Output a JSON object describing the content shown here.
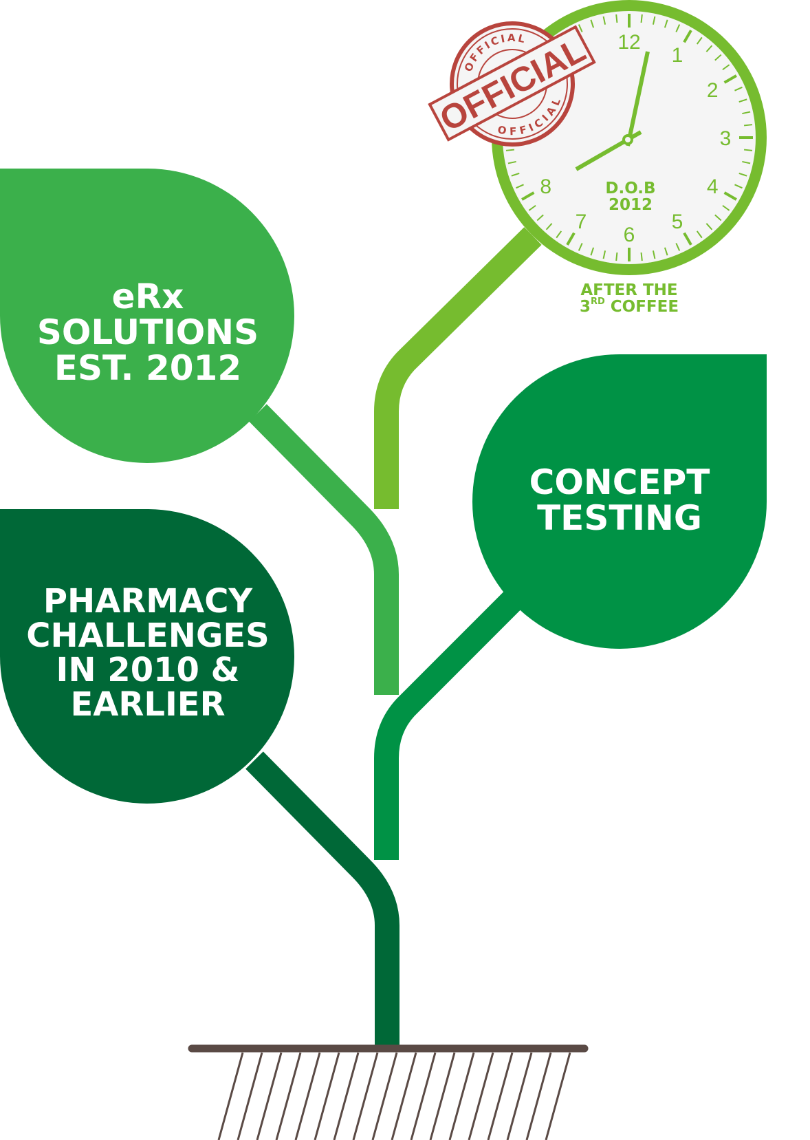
{
  "colors": {
    "leaf_top": "#3bb04b",
    "leaf_bottom": "#006837",
    "leaf_right": "#009245",
    "clock_green": "#76bc2f",
    "stamp_red": "#b8443d",
    "ground": "#5a4a45"
  },
  "leaves": {
    "top": {
      "line1": "eRx SOLUTIONS",
      "line2": "EST. 2012"
    },
    "right": {
      "line1": "CONCEPT",
      "line2": "TESTING"
    },
    "bottom": {
      "line1": "PHARMACY",
      "line2": "CHALLENGES",
      "line3": "IN 2010 &",
      "line4": "EARLIER"
    }
  },
  "clock": {
    "numbers": [
      "12",
      "1",
      "2",
      "3",
      "4",
      "5",
      "6",
      "7",
      "8"
    ],
    "center_line1": "D.O.B",
    "center_line2": "2012",
    "caption_line1": "AFTER THE",
    "caption_ordinal": "3",
    "caption_sup": "RD",
    "caption_rest": "COFFEE"
  },
  "stamp": {
    "main": "OFFICIAL",
    "ring_top": "OFFICIAL",
    "ring_bottom": "OFFICIAL"
  }
}
